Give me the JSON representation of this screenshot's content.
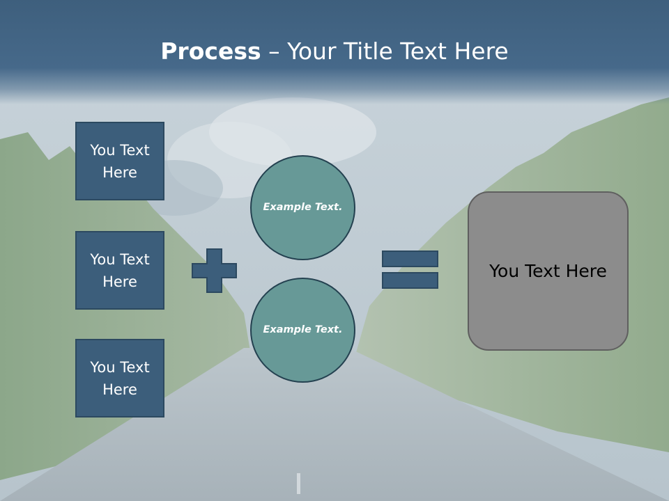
{
  "slide": {
    "title_bold": "Process",
    "title_rest": " – Your Title Text Here",
    "left_boxes": [
      "You Text Here",
      "You Text Here",
      "You Text Here"
    ],
    "circles": [
      "Example Text.",
      "Example Text."
    ],
    "result": "You Text Here"
  },
  "colors": {
    "title_band": "#46698a",
    "box_fill": "#3c5e7b",
    "circle_fill": "#679997",
    "result_fill": "#8c8c8c"
  },
  "icons": [
    "plus-icon",
    "equals-icon"
  ]
}
